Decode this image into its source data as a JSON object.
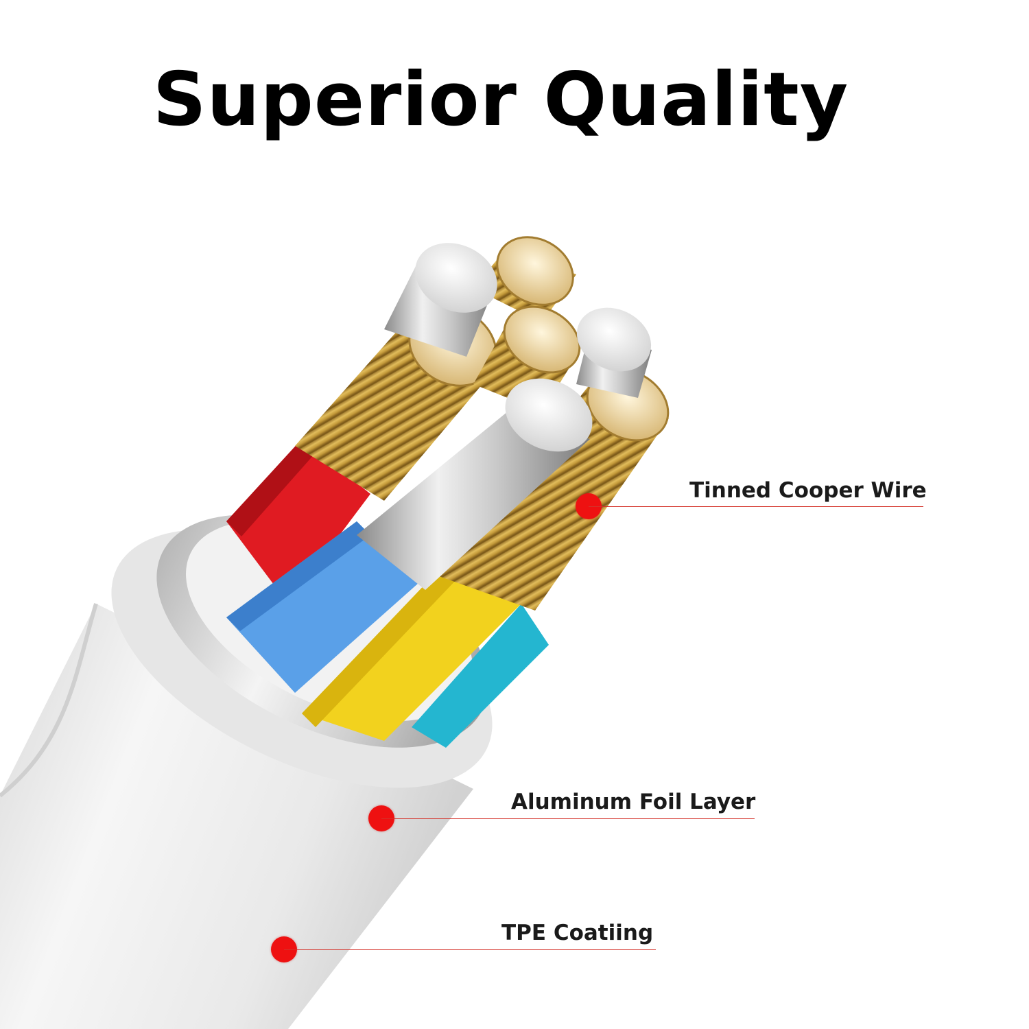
{
  "title": "Superior Quality",
  "callouts": [
    {
      "label": "Tinned Cooper Wire"
    },
    {
      "label": "Aluminum Foil Layer"
    },
    {
      "label": "TPE Coatiing"
    }
  ],
  "colors": {
    "accent": "#ee1111",
    "wire_red": "#e01b22",
    "wire_blue": "#5aa0e8",
    "wire_yellow": "#f2d21e",
    "wire_cyan": "#24b6d0",
    "copper": "#c49a3a",
    "jacket": "#eeeeee"
  }
}
